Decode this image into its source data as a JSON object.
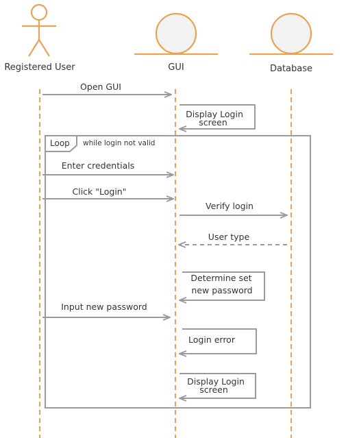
{
  "participants": [
    {
      "id": "user",
      "label": "Registered User",
      "kind": "actor"
    },
    {
      "id": "gui",
      "label": "GUI",
      "kind": "boundary"
    },
    {
      "id": "db",
      "label": "Database",
      "kind": "entity"
    }
  ],
  "loop": {
    "tag": "Loop",
    "condition": "while login not valid"
  },
  "messages": [
    {
      "id": "open-gui",
      "lines": [
        "Open GUI"
      ],
      "from": "user",
      "to": "gui",
      "style": "solid"
    },
    {
      "id": "display-login-1",
      "lines": [
        "Display Login",
        "screen"
      ],
      "from": "gui",
      "to": "gui",
      "style": "self"
    },
    {
      "id": "enter-credentials",
      "lines": [
        "Enter credentials"
      ],
      "from": "user",
      "to": "gui",
      "style": "solid"
    },
    {
      "id": "click-login",
      "lines": [
        "Click \"Login\""
      ],
      "from": "user",
      "to": "gui",
      "style": "solid"
    },
    {
      "id": "verify-login",
      "lines": [
        "Verify login"
      ],
      "from": "gui",
      "to": "db",
      "style": "solid"
    },
    {
      "id": "user-type",
      "lines": [
        "User type"
      ],
      "from": "db",
      "to": "gui",
      "style": "dashed"
    },
    {
      "id": "determine-password",
      "lines": [
        "Determine set",
        "new password"
      ],
      "from": "gui",
      "to": "gui",
      "style": "self"
    },
    {
      "id": "input-password",
      "lines": [
        "Input new password"
      ],
      "from": "user",
      "to": "gui",
      "style": "solid"
    },
    {
      "id": "login-error",
      "lines": [
        "Login error"
      ],
      "from": "gui",
      "to": "gui",
      "style": "self"
    },
    {
      "id": "display-login-2",
      "lines": [
        "Display Login",
        "screen"
      ],
      "from": "gui",
      "to": "gui",
      "style": "self"
    }
  ],
  "colors": {
    "lifeline": "#e8a257",
    "arrow": "#9a9a9a",
    "text": "#333333"
  }
}
